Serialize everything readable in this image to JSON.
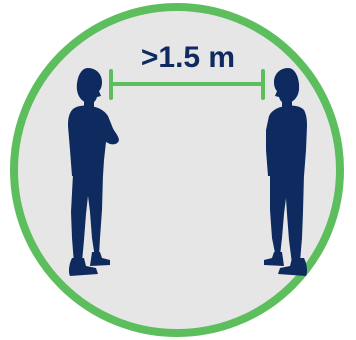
{
  "distance_label": ">1.5 m",
  "colors": {
    "ring": "#5DBE5D",
    "background": "#E6E6E6",
    "measure_line": "#5DBE5D",
    "figures": "#0E2A5F",
    "text": "#0E2A5F"
  },
  "icons": {
    "left_figure": "person-silhouette-arms-crossed",
    "right_figure": "person-silhouette-standing"
  }
}
